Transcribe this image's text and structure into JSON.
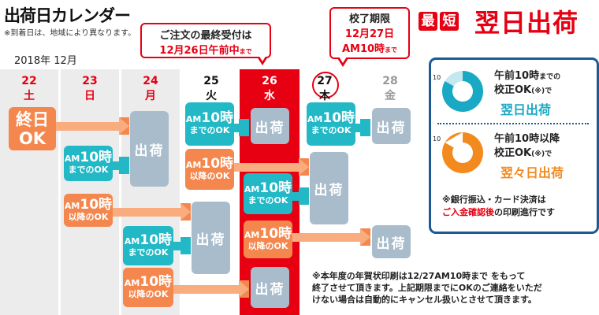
{
  "header": {
    "title": "出荷日カレンダー",
    "note": "※到着日は、地域により異なります。",
    "year_month": "2018年 12月"
  },
  "callout_order": {
    "line1": "ご注文の最終受付は",
    "line2": "12月26日午前中",
    "line2_small": "まで"
  },
  "callout_proof": {
    "line1": "校了期限",
    "line2": "12月27日",
    "line3": "AM10時",
    "line3_small": "まで"
  },
  "brand": {
    "badge1": "最",
    "badge2": "短",
    "big": "翌日出荷"
  },
  "days": [
    {
      "num": "22",
      "name": "土"
    },
    {
      "num": "23",
      "name": "日"
    },
    {
      "num": "24",
      "name": "月"
    },
    {
      "num": "25",
      "name": "火"
    },
    {
      "num": "26",
      "name": "水"
    },
    {
      "num": "27",
      "name": "木"
    },
    {
      "num": "28",
      "name": "金"
    }
  ],
  "labels": {
    "allday_1": "終日",
    "allday_2": "OK",
    "am": "AM",
    "ten": "10時",
    "before": "までのOK",
    "after": "以降のOK",
    "ship": "出荷"
  },
  "panel": {
    "clock_label": "10",
    "before_line1": "午前10時",
    "before_line1_small": "までの",
    "before_line2": "校正OK",
    "before_line2_small": "(※)で",
    "before_result": "翌日出荷",
    "after_line1": "午前10時以降",
    "after_line2": "校正OK",
    "after_line2_small": "(※)で",
    "after_result": "翌々日出荷",
    "note_line1": "※銀行振込・カード決済は",
    "note_red": "ご入金確認後",
    "note_rest": "の印刷進行です"
  },
  "footer": {
    "line1": "※本年度の年賀状印刷は12/27AM10時まで  をもって",
    "line2": "終了させて頂きます。上記期限までにOKのご連絡をいただ",
    "line3": "けない場合は自動的にキャンセル扱いとさせて頂きます。"
  },
  "colors": {
    "red": "#e60012",
    "teal": "#22b8c6",
    "orange": "#f4874e",
    "gray": "#a9bccb",
    "navy": "#1a5a96"
  }
}
